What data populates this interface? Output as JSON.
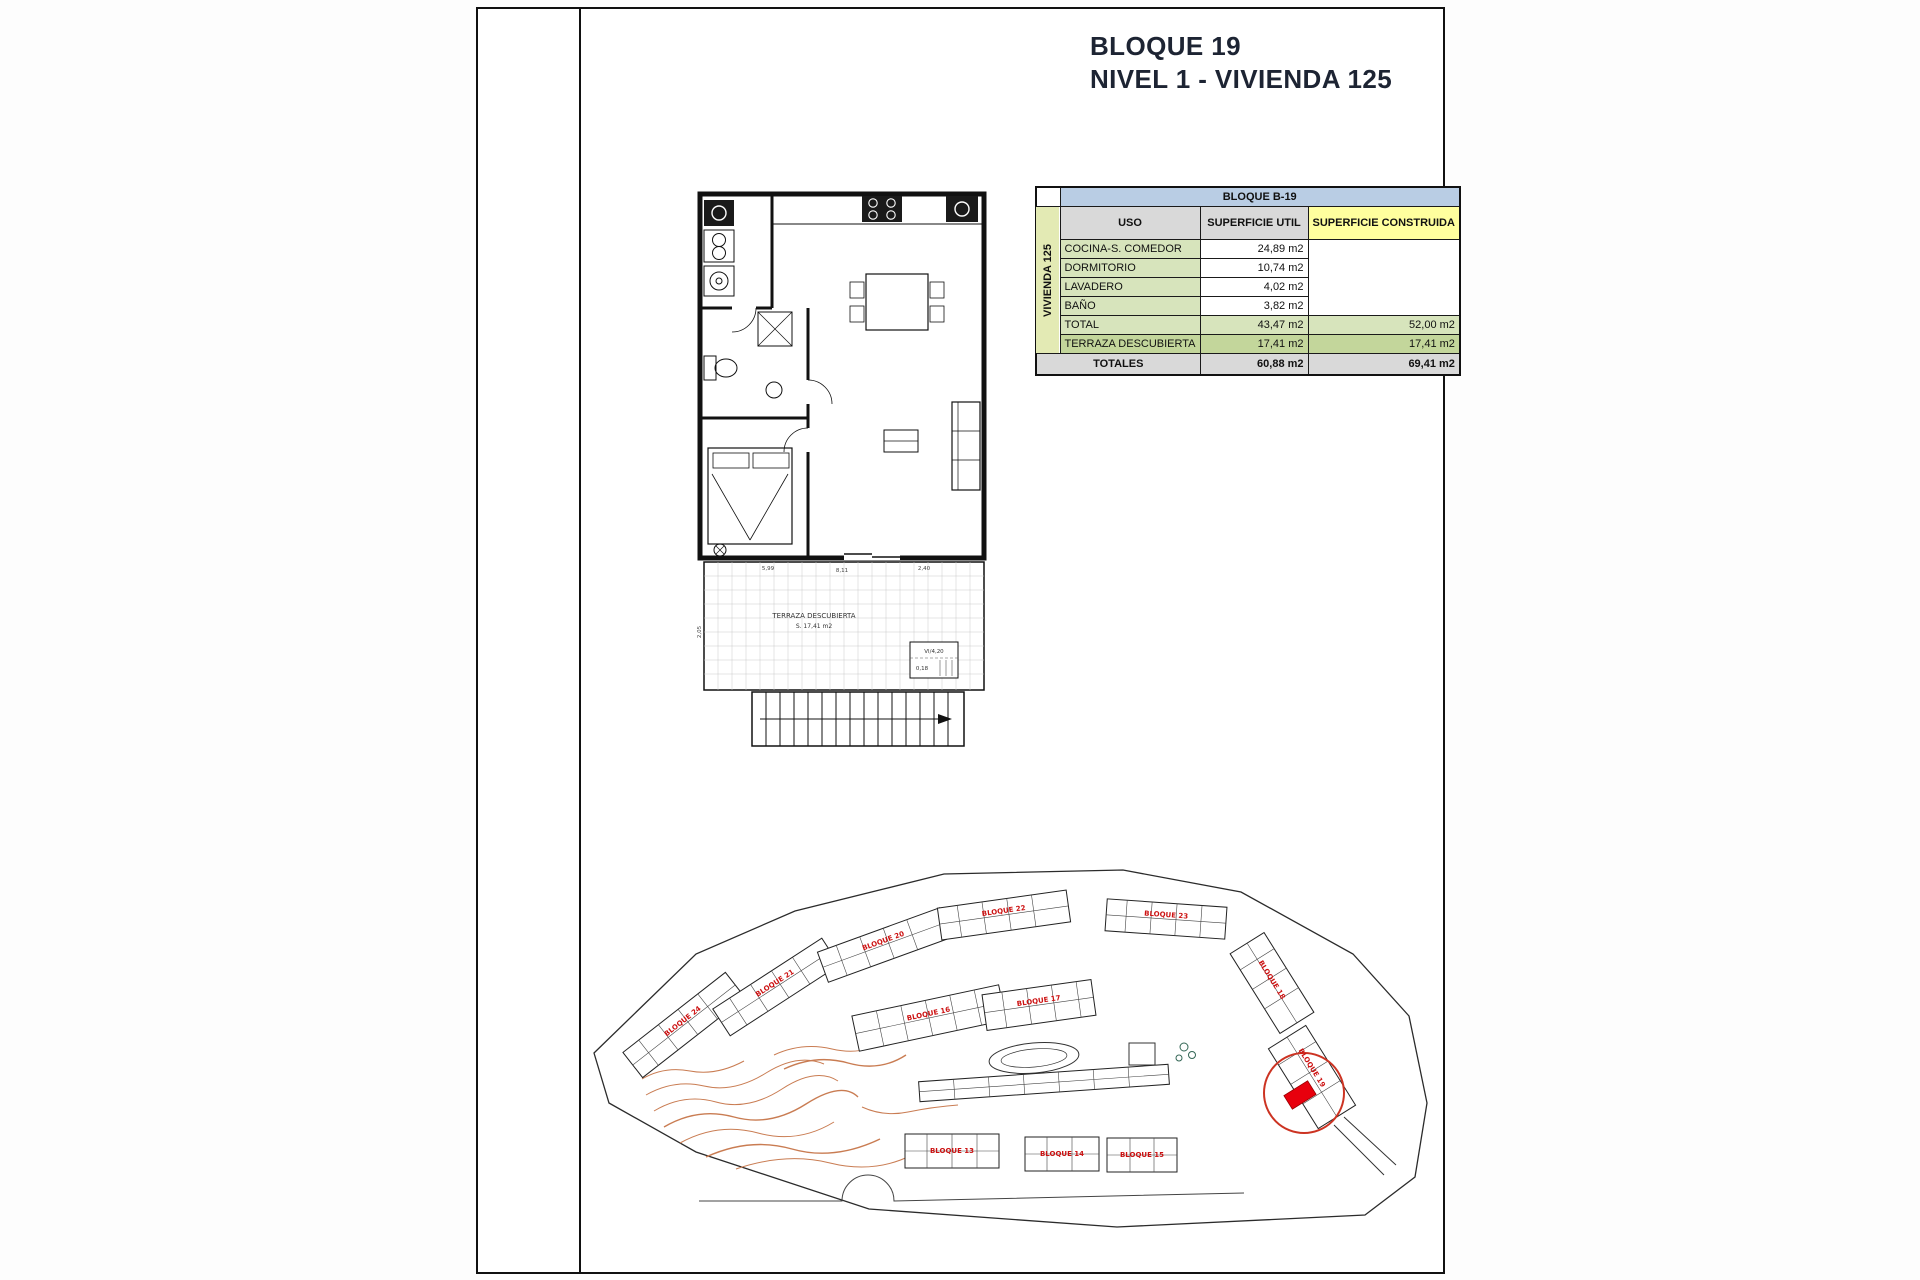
{
  "page": {
    "title_line1": "BLOQUE 19",
    "title_line2": "NIVEL 1 - VIVIENDA 125"
  },
  "table": {
    "block_header": "BLOQUE B-19",
    "vertical_label": "VIVIENDA 125",
    "col_uso": "USO",
    "col_util": "SUPERFICIE UTIL",
    "col_construida": "SUPERFICIE CONSTRUIDA",
    "rows": [
      {
        "uso": "COCINA-S. COMEDOR",
        "util": "24,89 m2",
        "construida": ""
      },
      {
        "uso": "DORMITORIO",
        "util": "10,74 m2",
        "construida": ""
      },
      {
        "uso": "LAVADERO",
        "util": "4,02 m2",
        "construida": ""
      },
      {
        "uso": "BAÑO",
        "util": "3,82 m2",
        "construida": ""
      },
      {
        "uso": "TOTAL",
        "util": "43,47 m2",
        "construida": "52,00 m2"
      },
      {
        "uso": "TERRAZA DESCUBIERTA",
        "util": "17,41 m2",
        "construida": "17,41 m2"
      }
    ],
    "totals": {
      "label": "TOTALES",
      "util": "60,88 m2",
      "construida": "69,41 m2"
    }
  },
  "floor_plan": {
    "terrace_label": "TERRAZA DESCUBIERTA",
    "terrace_area": "S. 17,41 m2",
    "stair_note": "Vl/4,20",
    "stair_note2": "0,18",
    "dim_left": "2,05",
    "dim_top_left": "5,99",
    "dim_top_mid": "8,11",
    "dim_top_right": "2,40"
  },
  "site_plan": {
    "labels": [
      {
        "text": "BLOQUE 24"
      },
      {
        "text": "BLOQUE 21"
      },
      {
        "text": "BLOQUE 20"
      },
      {
        "text": "BLOQUE 22"
      },
      {
        "text": "BLOQUE 23"
      },
      {
        "text": "BLOQUE 16"
      },
      {
        "text": "BLOQUE 17"
      },
      {
        "text": "BLOQUE 18"
      },
      {
        "text": "BLOQUE 19"
      },
      {
        "text": "BLOQUE 13"
      },
      {
        "text": "BLOQUE 14"
      },
      {
        "text": "BLOQUE 15"
      }
    ]
  },
  "colors": {
    "header_blue": "#b9cde4",
    "header_gray": "#d9d9d9",
    "header_yellow": "#ffff9e",
    "row_green": "#d7e4bc",
    "row_green_dark": "#c3d69b",
    "totals_gray": "#d9d9d9",
    "contour_orange": "#c97c52",
    "block_label_red": "#cc1111",
    "highlight_red": "#e8000d"
  }
}
